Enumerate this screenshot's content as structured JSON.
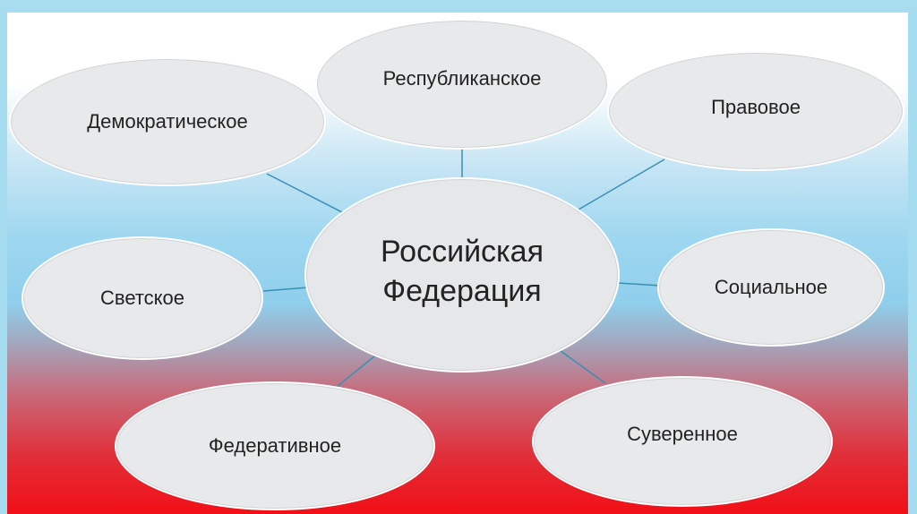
{
  "diagram": {
    "center": {
      "line1": "Российская",
      "line2": "Федерация"
    },
    "nodes": {
      "democratic": "Демократическое",
      "republican": "Республиканское",
      "legal": "Правовое",
      "secular": "Светское",
      "social": "Социальное",
      "federative": "Федеративное",
      "sovereign": "Суверенное"
    },
    "colors": {
      "node_fill": "#e8e9ea",
      "connector": "#3a8fb5",
      "flag_white": "#ffffff",
      "flag_blue": "#8fcfec",
      "flag_red": "#f20f17"
    }
  }
}
